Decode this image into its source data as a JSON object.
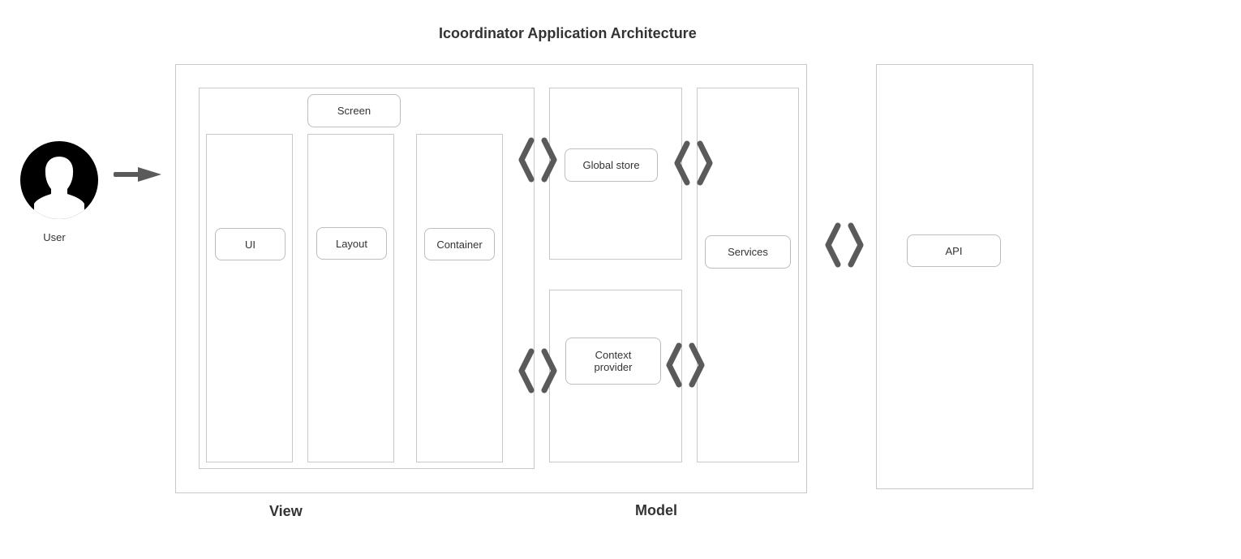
{
  "diagram": {
    "title": "Icoordinator Application Architecture",
    "actor": {
      "label": "User",
      "icon": "user-avatar-icon"
    },
    "view": {
      "label": "View",
      "screen_label": "Screen",
      "columns": [
        "UI",
        "Layout",
        "Container"
      ]
    },
    "model": {
      "label": "Model",
      "global_store_label": "Global store",
      "context_provider_label": "Context provider",
      "services_label": "Services"
    },
    "api": {
      "label": "API"
    },
    "connectors": {
      "user_to_app": "right-arrow-icon",
      "bidirectional": "code-brackets-icon"
    },
    "colors": {
      "border": "#c8c8c8",
      "node_border": "#bdbdbd",
      "connector": "#5a5a5a",
      "text": "#333333",
      "avatar": "#000000"
    }
  }
}
